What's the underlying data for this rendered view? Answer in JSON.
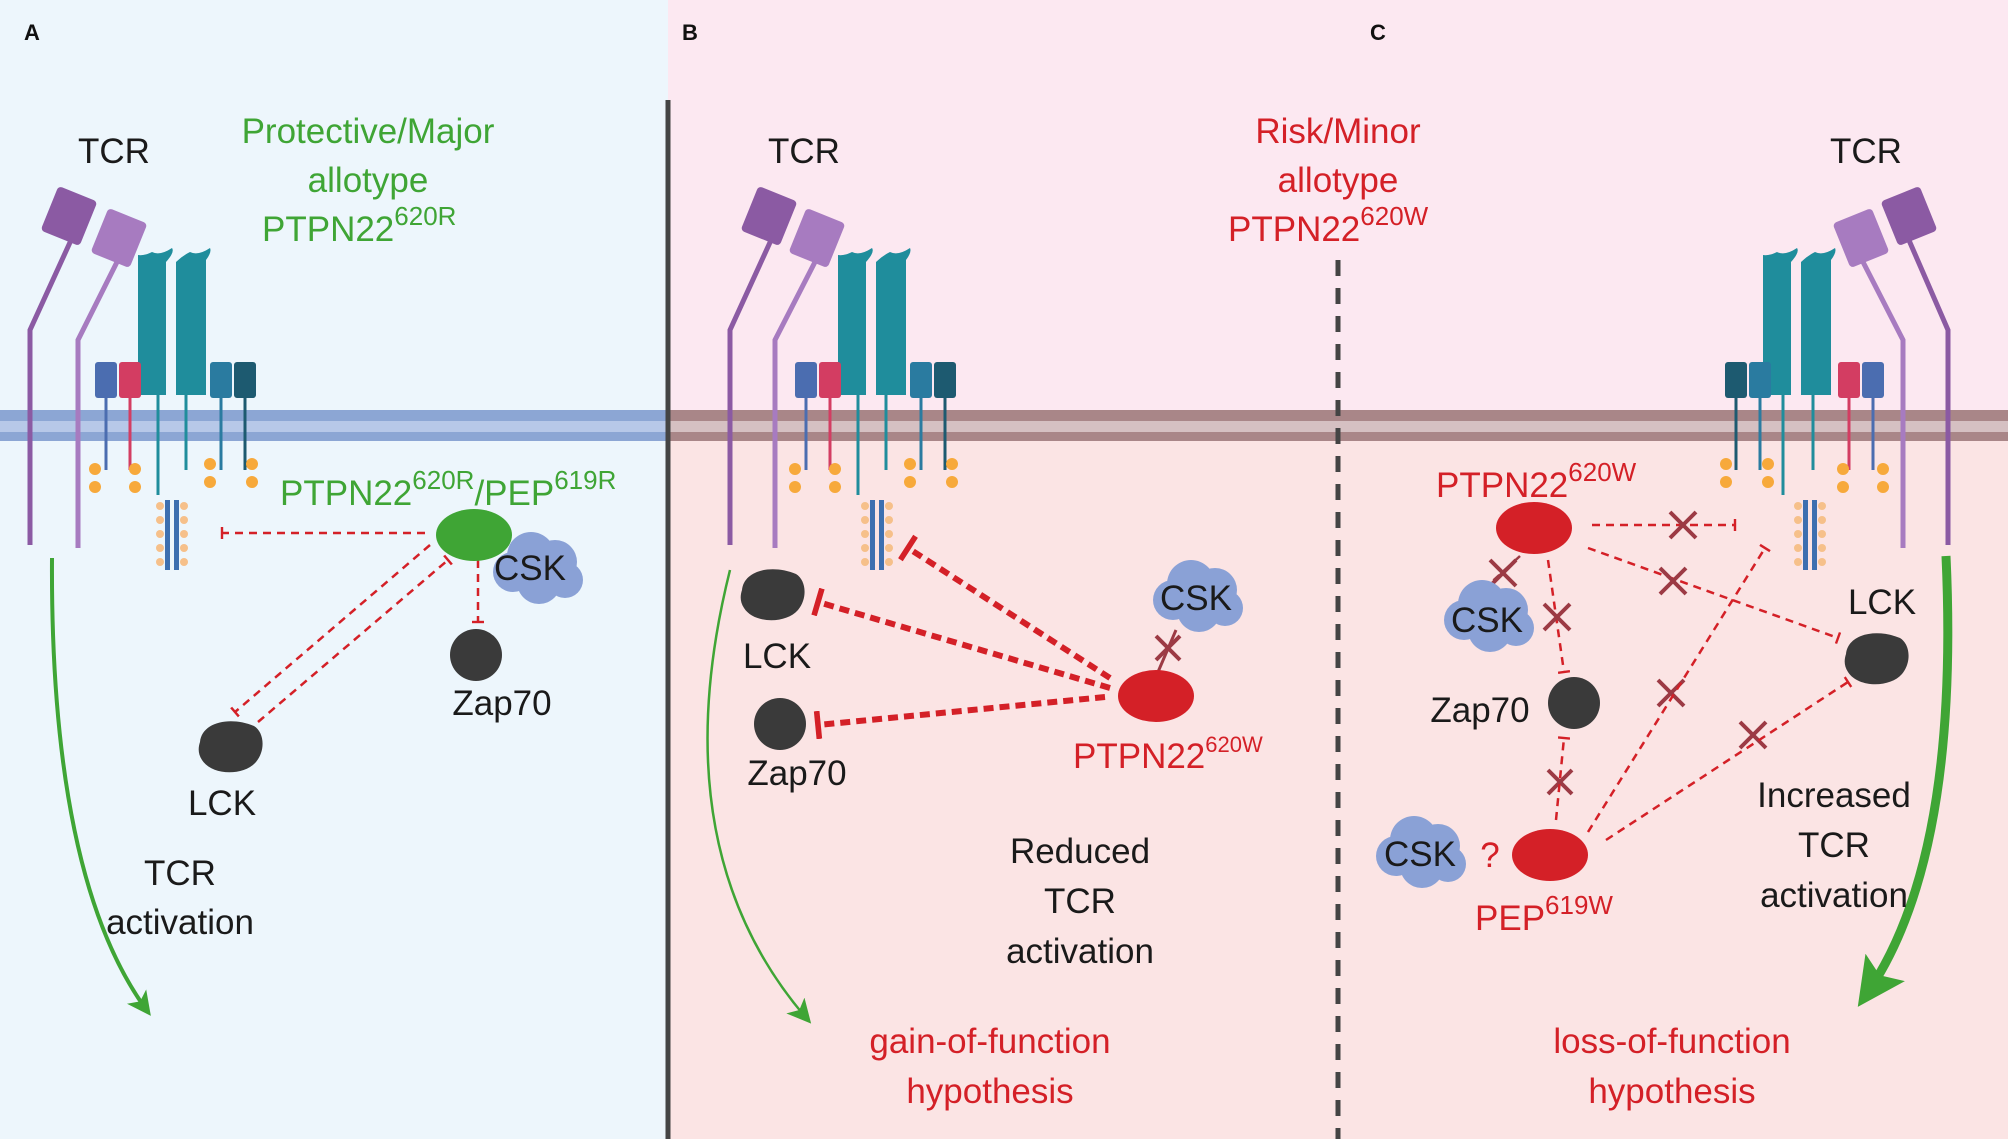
{
  "panels": {
    "a": {
      "letter": "A",
      "title": [
        "Protective/Major",
        "allotype",
        "PTPN22"
      ],
      "title_sup": "620R",
      "tcr": "TCR",
      "phosphatase": "PTPN22",
      "phosphatase_sup": "620R",
      "pep": "/PEP",
      "pep_sup": "619R",
      "csk": "CSK",
      "zap70": "Zap70",
      "lck": "LCK",
      "outcome": [
        "TCR",
        "activation"
      ]
    },
    "b": {
      "letter": "B",
      "tcr": "TCR",
      "csk": "CSK",
      "lck": "LCK",
      "zap70": "Zap70",
      "phosphatase": "PTPN22",
      "phosphatase_sup": "620W",
      "outcome": [
        "Reduced",
        "TCR",
        "activation"
      ],
      "hypothesis": [
        "gain-of-function",
        "hypothesis"
      ]
    },
    "shared_title": {
      "lines": [
        "Risk/Minor",
        "allotype",
        "PTPN22"
      ],
      "sup": "620W"
    },
    "c": {
      "letter": "C",
      "tcr": "TCR",
      "phosphatase": "PTPN22",
      "phosphatase_sup": "620W",
      "csk_top": "CSK",
      "zap70": "Zap70",
      "lck": "LCK",
      "csk_bottom": "CSK",
      "question": "?",
      "pep": "PEP",
      "pep_sup": "619W",
      "outcome": [
        "Increased",
        "TCR",
        "activation"
      ],
      "hypothesis": [
        "loss-of-function",
        "hypothesis"
      ]
    }
  },
  "colors": {
    "panel_a_bg": "#edf6fc",
    "panel_bc_top_bg": "#fce8f1",
    "panel_bc_bottom_bg": "#fbe4e4",
    "membrane_a": "#8ca6d4",
    "membrane_bc": "#a98688",
    "tcr_chain": "#8b5aa3",
    "cd3": "#1f8d9c",
    "protective": "#3fa535",
    "risk": "#d42027",
    "csk": "#8aa1d6",
    "kinase": "#3a3a3a",
    "itam": "#f7a93b"
  }
}
